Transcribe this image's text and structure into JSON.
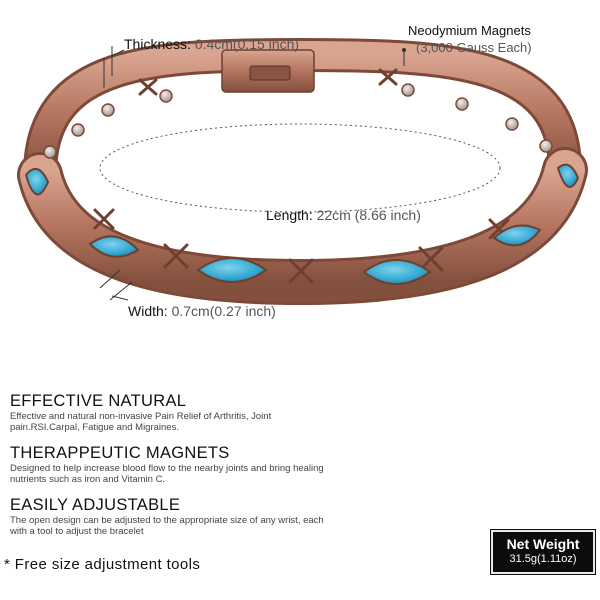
{
  "labels": {
    "thickness_key": "Thickness:",
    "thickness_val": "0.4cm(0.15 inch)",
    "magnet_key": "Neodymium Magnets",
    "magnet_val": "(3,000 Gauss Each)",
    "length_key": "Length:",
    "length_val": "22cm (8.66 inch)",
    "width_key": "Width:",
    "width_val": "0.7cm(0.27 inch)"
  },
  "sections": [
    {
      "title": "EFFECTIVE NATURAL",
      "body": "Effective and natural non-invasive Pain Relief of Arthritis,  Joint pain.RSI.Carpal,  Fatigue and Migraines."
    },
    {
      "title": "THERAPPEUTIC MAGNETS",
      "body": "Designed to help increase blood flow to the nearby joints and bring healing nutrients such as iron and Vitamin C."
    },
    {
      "title": "EASILY ADJUSTABLE",
      "body": "The open design can be adjusted to the appropriate size of any wrist, each with a tool to adjust the bracelet"
    }
  ],
  "free_tools": "* Free size adjustment tools",
  "net_weight": {
    "title": "Net Weight",
    "value": "31.5g(1.11oz)"
  },
  "colors": {
    "copper": "#b97c63",
    "copper_dark": "#7e4a38",
    "copper_light": "#dcab96",
    "turquoise": "#3fb3d6",
    "magnet": "#cfc8c0"
  }
}
